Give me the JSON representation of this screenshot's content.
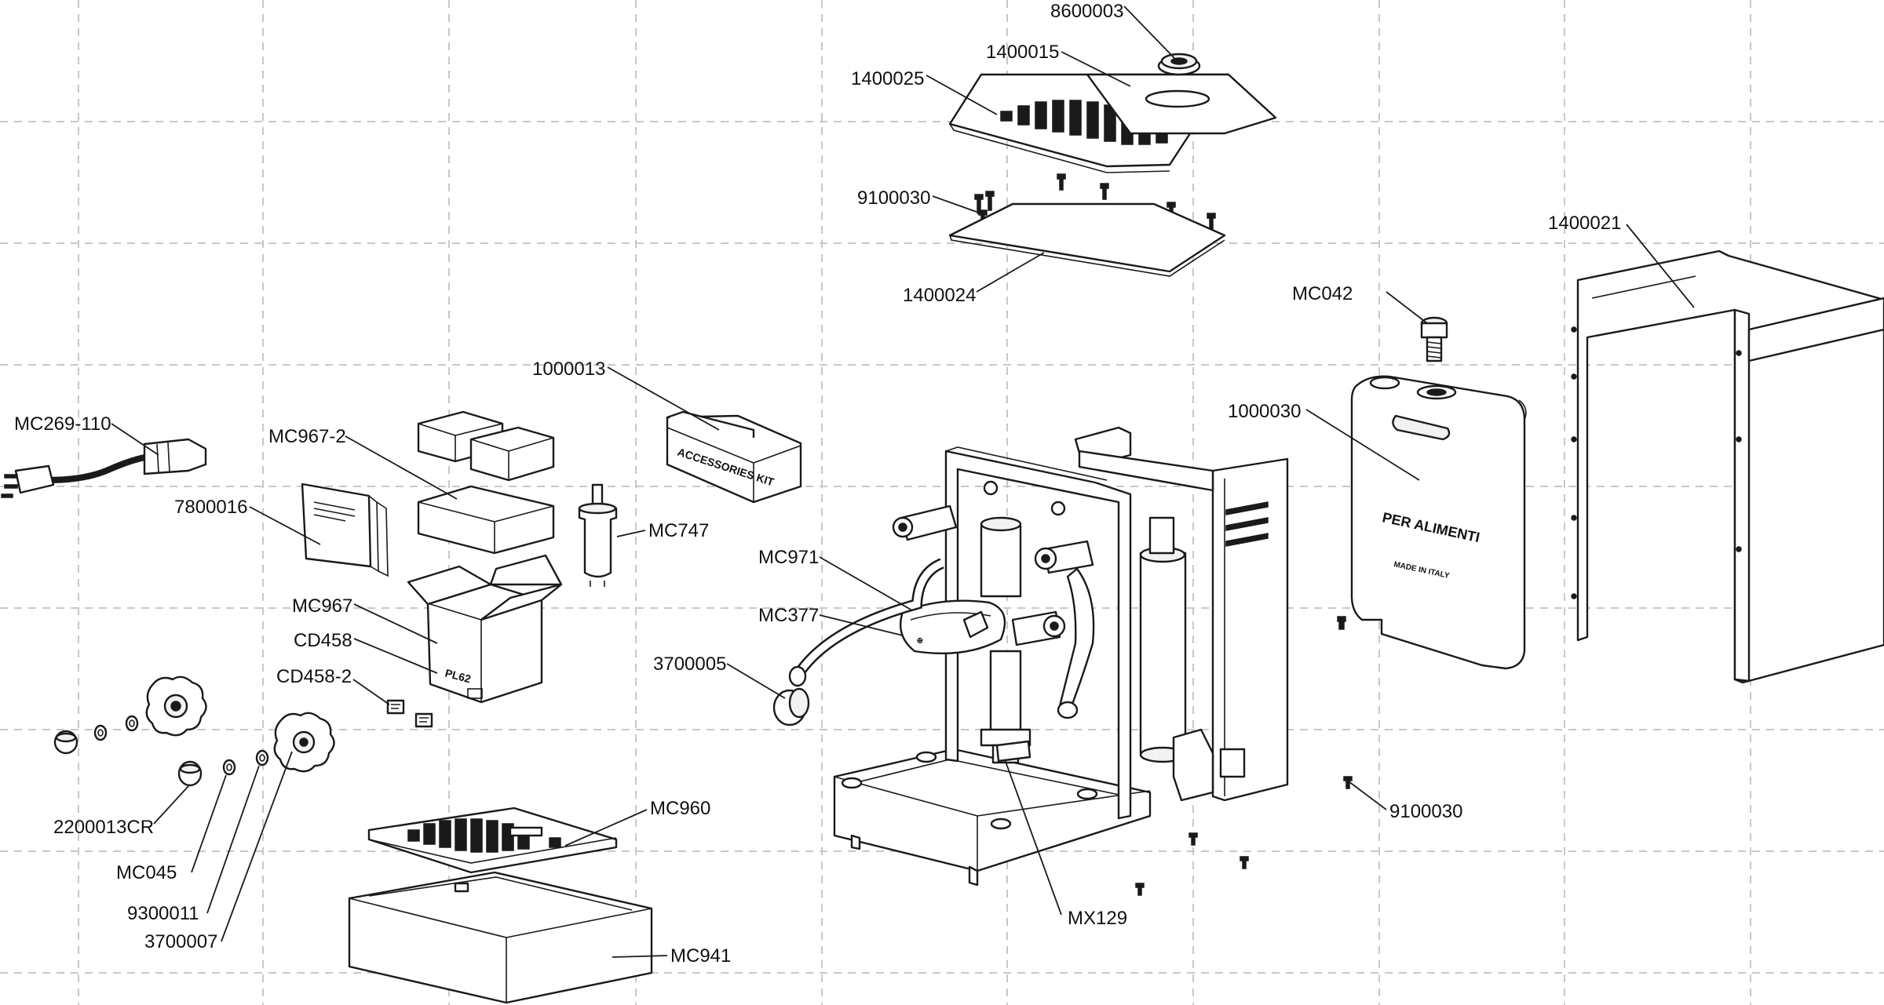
{
  "diagram": {
    "labels": {
      "8600003": "8600003",
      "1400015": "1400015",
      "1400025": "1400025",
      "9100030_top": "9100030",
      "1400024": "1400024",
      "1400021": "1400021",
      "MC042": "MC042",
      "1000030": "1000030",
      "1000013": "1000013",
      "MC269_110": "MC269-110",
      "MC967_2": "MC967-2",
      "7800016": "7800016",
      "MC747": "MC747",
      "MC971": "MC971",
      "MC377": "MC377",
      "MC967": "MC967",
      "CD458": "CD458",
      "CD458_2": "CD458-2",
      "3700005": "3700005",
      "2200013CR": "2200013CR",
      "MC045": "MC045",
      "9300011": "9300011",
      "3700007": "3700007",
      "MC960": "MC960",
      "MC941": "MC941",
      "MX129": "MX129",
      "9100030_bottom": "9100030"
    },
    "markings": {
      "accessories_box": "ACCESSORIES KIT",
      "carton": "PL62",
      "tank_main": "PER ALIMENTI",
      "tank_sub": "MADE IN ITALY"
    },
    "colors": {
      "line": "#1a1a1a",
      "grid": "#c8c8c8",
      "background": "#ffffff"
    }
  }
}
